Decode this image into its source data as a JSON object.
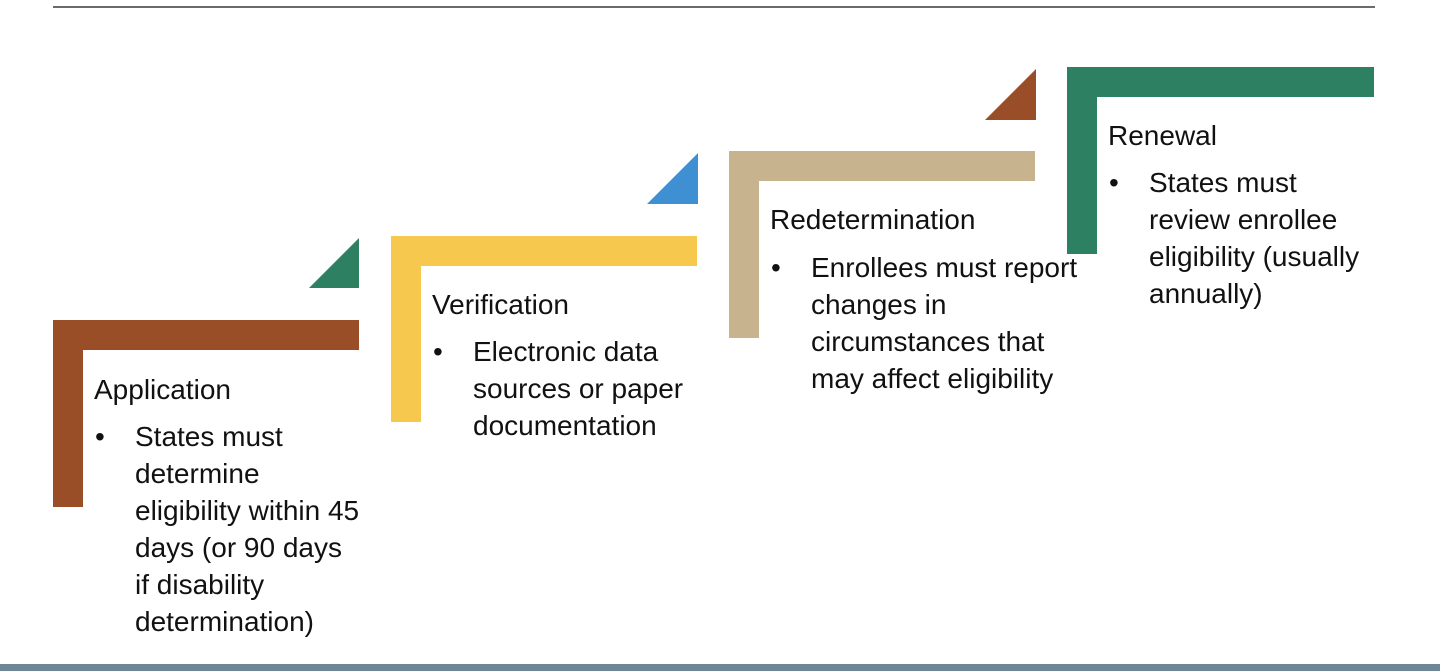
{
  "steps": [
    {
      "title": "Application",
      "bullet": "States must determine eligibility within 45 days (or 90 days if disability determination)",
      "color": "#9a4e27",
      "tri_color": "#2e8062"
    },
    {
      "title": "Verification",
      "bullet": "Electronic data sources or paper documentation",
      "color": "#f6c84e",
      "tri_color": "#3f8fd3"
    },
    {
      "title": "Redetermination",
      "bullet": "Enrollees must report changes in circumstances that may affect eligibility",
      "color": "#c7b38e",
      "tri_color": "#9a4e27"
    },
    {
      "title": "Renewal",
      "bullet": "States must review enrollee eligibility (usually annually)",
      "color": "#2e8062"
    }
  ],
  "bullet_symbol": "•"
}
